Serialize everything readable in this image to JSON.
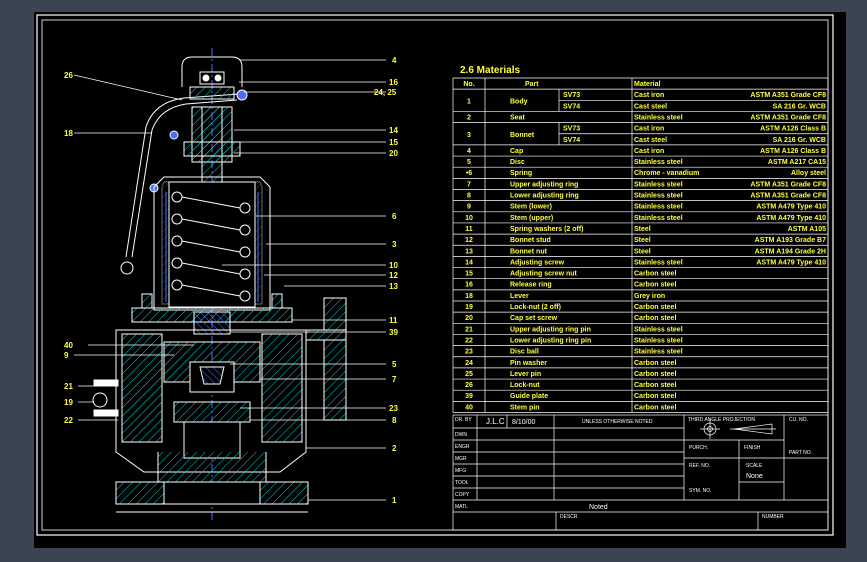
{
  "title": "2.6   Materials",
  "header": {
    "no": "No.",
    "part": "Part",
    "material": "Material"
  },
  "rows": [
    {
      "no": "1",
      "part": "Body",
      "subs": [
        {
          "model": "SV73",
          "mat": "Cast iron",
          "spec": "ASTM A351 Grade CF8"
        },
        {
          "model": "SV74",
          "mat": "Cast steel",
          "spec": "SA 216 Gr. WCB"
        }
      ]
    },
    {
      "no": "2",
      "part": "Seat",
      "mat": "Stainless steel",
      "spec": "ASTM A351 Grade CF8"
    },
    {
      "no": "3",
      "part": "Bonnet",
      "subs": [
        {
          "model": "SV73",
          "mat": "Cast iron",
          "spec": "ASTM A126 Class B"
        },
        {
          "model": "SV74",
          "mat": "Cast steel",
          "spec": "SA 216 Gr. WCB"
        }
      ]
    },
    {
      "no": "4",
      "part": "Cap",
      "mat": "Cast iron",
      "spec": "ASTM A126 Class B"
    },
    {
      "no": "5",
      "part": "Disc",
      "mat": "Stainless steel",
      "spec": "ASTM A217 CA15"
    },
    {
      "no": "6",
      "part": "Spring",
      "mat": "Chrome - vanadium",
      "spec": "Alloy steel"
    },
    {
      "no": "7",
      "part": "Upper adjusting   ring",
      "mat": "Stainless steel",
      "spec": "ASTM A351 Grade CF8"
    },
    {
      "no": "8",
      "part": "Lower adjusting   ring",
      "mat": "Stainless steel",
      "spec": "ASTM A351 Grade CF8"
    },
    {
      "no": "9",
      "part": "Stem (lower)",
      "mat": "Stainless steel",
      "spec": "ASTM A479 Type 410"
    },
    {
      "no": "10",
      "part": "Stem (upper)",
      "mat": "Stainless steel",
      "spec": "ASTM A479 Type 410"
    },
    {
      "no": "11",
      "part": "Spring washers (2 off)",
      "mat": "Steel",
      "spec": "ASTM A105"
    },
    {
      "no": "12",
      "part": "Bonnet stud",
      "mat": "Steel",
      "spec": "ASTM A193 Grade B7"
    },
    {
      "no": "13",
      "part": "Bonnet nut",
      "mat": "Steel",
      "spec": "ASTM A194 Grade 2H"
    },
    {
      "no": "14",
      "part": "Adjusting      screw",
      "mat": "Stainless steel",
      "spec": "ASTM A479 Type 410"
    },
    {
      "no": "15",
      "part": "Adjusting screw nut",
      "mat": "Carbon steel",
      "spec": ""
    },
    {
      "no": "16",
      "part": "Release ring",
      "mat": "Carbon steel",
      "spec": ""
    },
    {
      "no": "18",
      "part": "Lever",
      "mat": "Grey iron",
      "spec": ""
    },
    {
      "no": "19",
      "part": "Lock-nut (2 off)",
      "mat": "Carbon steel",
      "spec": ""
    },
    {
      "no": "20",
      "part": "Cap set screw",
      "mat": "Carbon steel",
      "spec": ""
    },
    {
      "no": "21",
      "part": "Upper adjusting ring pin",
      "mat": "Stainless steel",
      "spec": ""
    },
    {
      "no": "22",
      "part": "Lower adjusting ring pin",
      "mat": "Stainless steel",
      "spec": ""
    },
    {
      "no": "23",
      "part": "Disc ball",
      "mat": "Stainless steel",
      "spec": ""
    },
    {
      "no": "24",
      "part": "Pin washer",
      "mat": "Carbon steel",
      "spec": ""
    },
    {
      "no": "25",
      "part": "Lever pin",
      "mat": "Carbon steel",
      "spec": ""
    },
    {
      "no": "26",
      "part": "Lock-nut",
      "mat": "Carbon steel",
      "spec": ""
    },
    {
      "no": "39",
      "part": "Guide plate",
      "mat": "Carbon steel",
      "spec": ""
    },
    {
      "no": "40",
      "part": "Stem pin",
      "mat": "Carbon steel",
      "spec": ""
    }
  ],
  "callouts": {
    "left": [
      "26",
      "18",
      "40",
      "9",
      "21",
      "19",
      "22"
    ],
    "right": [
      "4",
      "16",
      "24, 25",
      "14",
      "15",
      "20",
      "6",
      "3",
      "10",
      "12",
      "13",
      "11",
      "39",
      "5",
      "7",
      "23",
      "8",
      "2",
      "1"
    ]
  },
  "titleblock": {
    "dr_by": "DR. BY",
    "dr_by_value": "J.L.C",
    "date": "8/10/00",
    "tolerance_note": "UNLESS OTHERWISE NOTED",
    "third_angle": "THIRD ANGLE PROJECTION",
    "cust_no": "CU. NO.",
    "dwn": "DWN",
    "engr": "ENGR",
    "mgr": "MGR",
    "mfg": "MFG",
    "tool": "TOOL",
    "copy": "COPY",
    "purch": "PURCH.",
    "finish": "FINISH",
    "part_no": "PART NO.",
    "ref_no": "REF. NO.",
    "scale": "SCALE",
    "scale_value": "None",
    "sym_no": "SYM. NO.",
    "matl": "MATL",
    "matl_value": "Noted",
    "descr": "DESCR",
    "number": "NUMBER"
  },
  "colors": {
    "background": "#3b4453",
    "sheet": "#000000",
    "lines": "#ffffff",
    "text": "#ffff3c",
    "hatch": "#00d4d4",
    "centerline": "#4a6cff",
    "accent": "#ff3c3c"
  }
}
